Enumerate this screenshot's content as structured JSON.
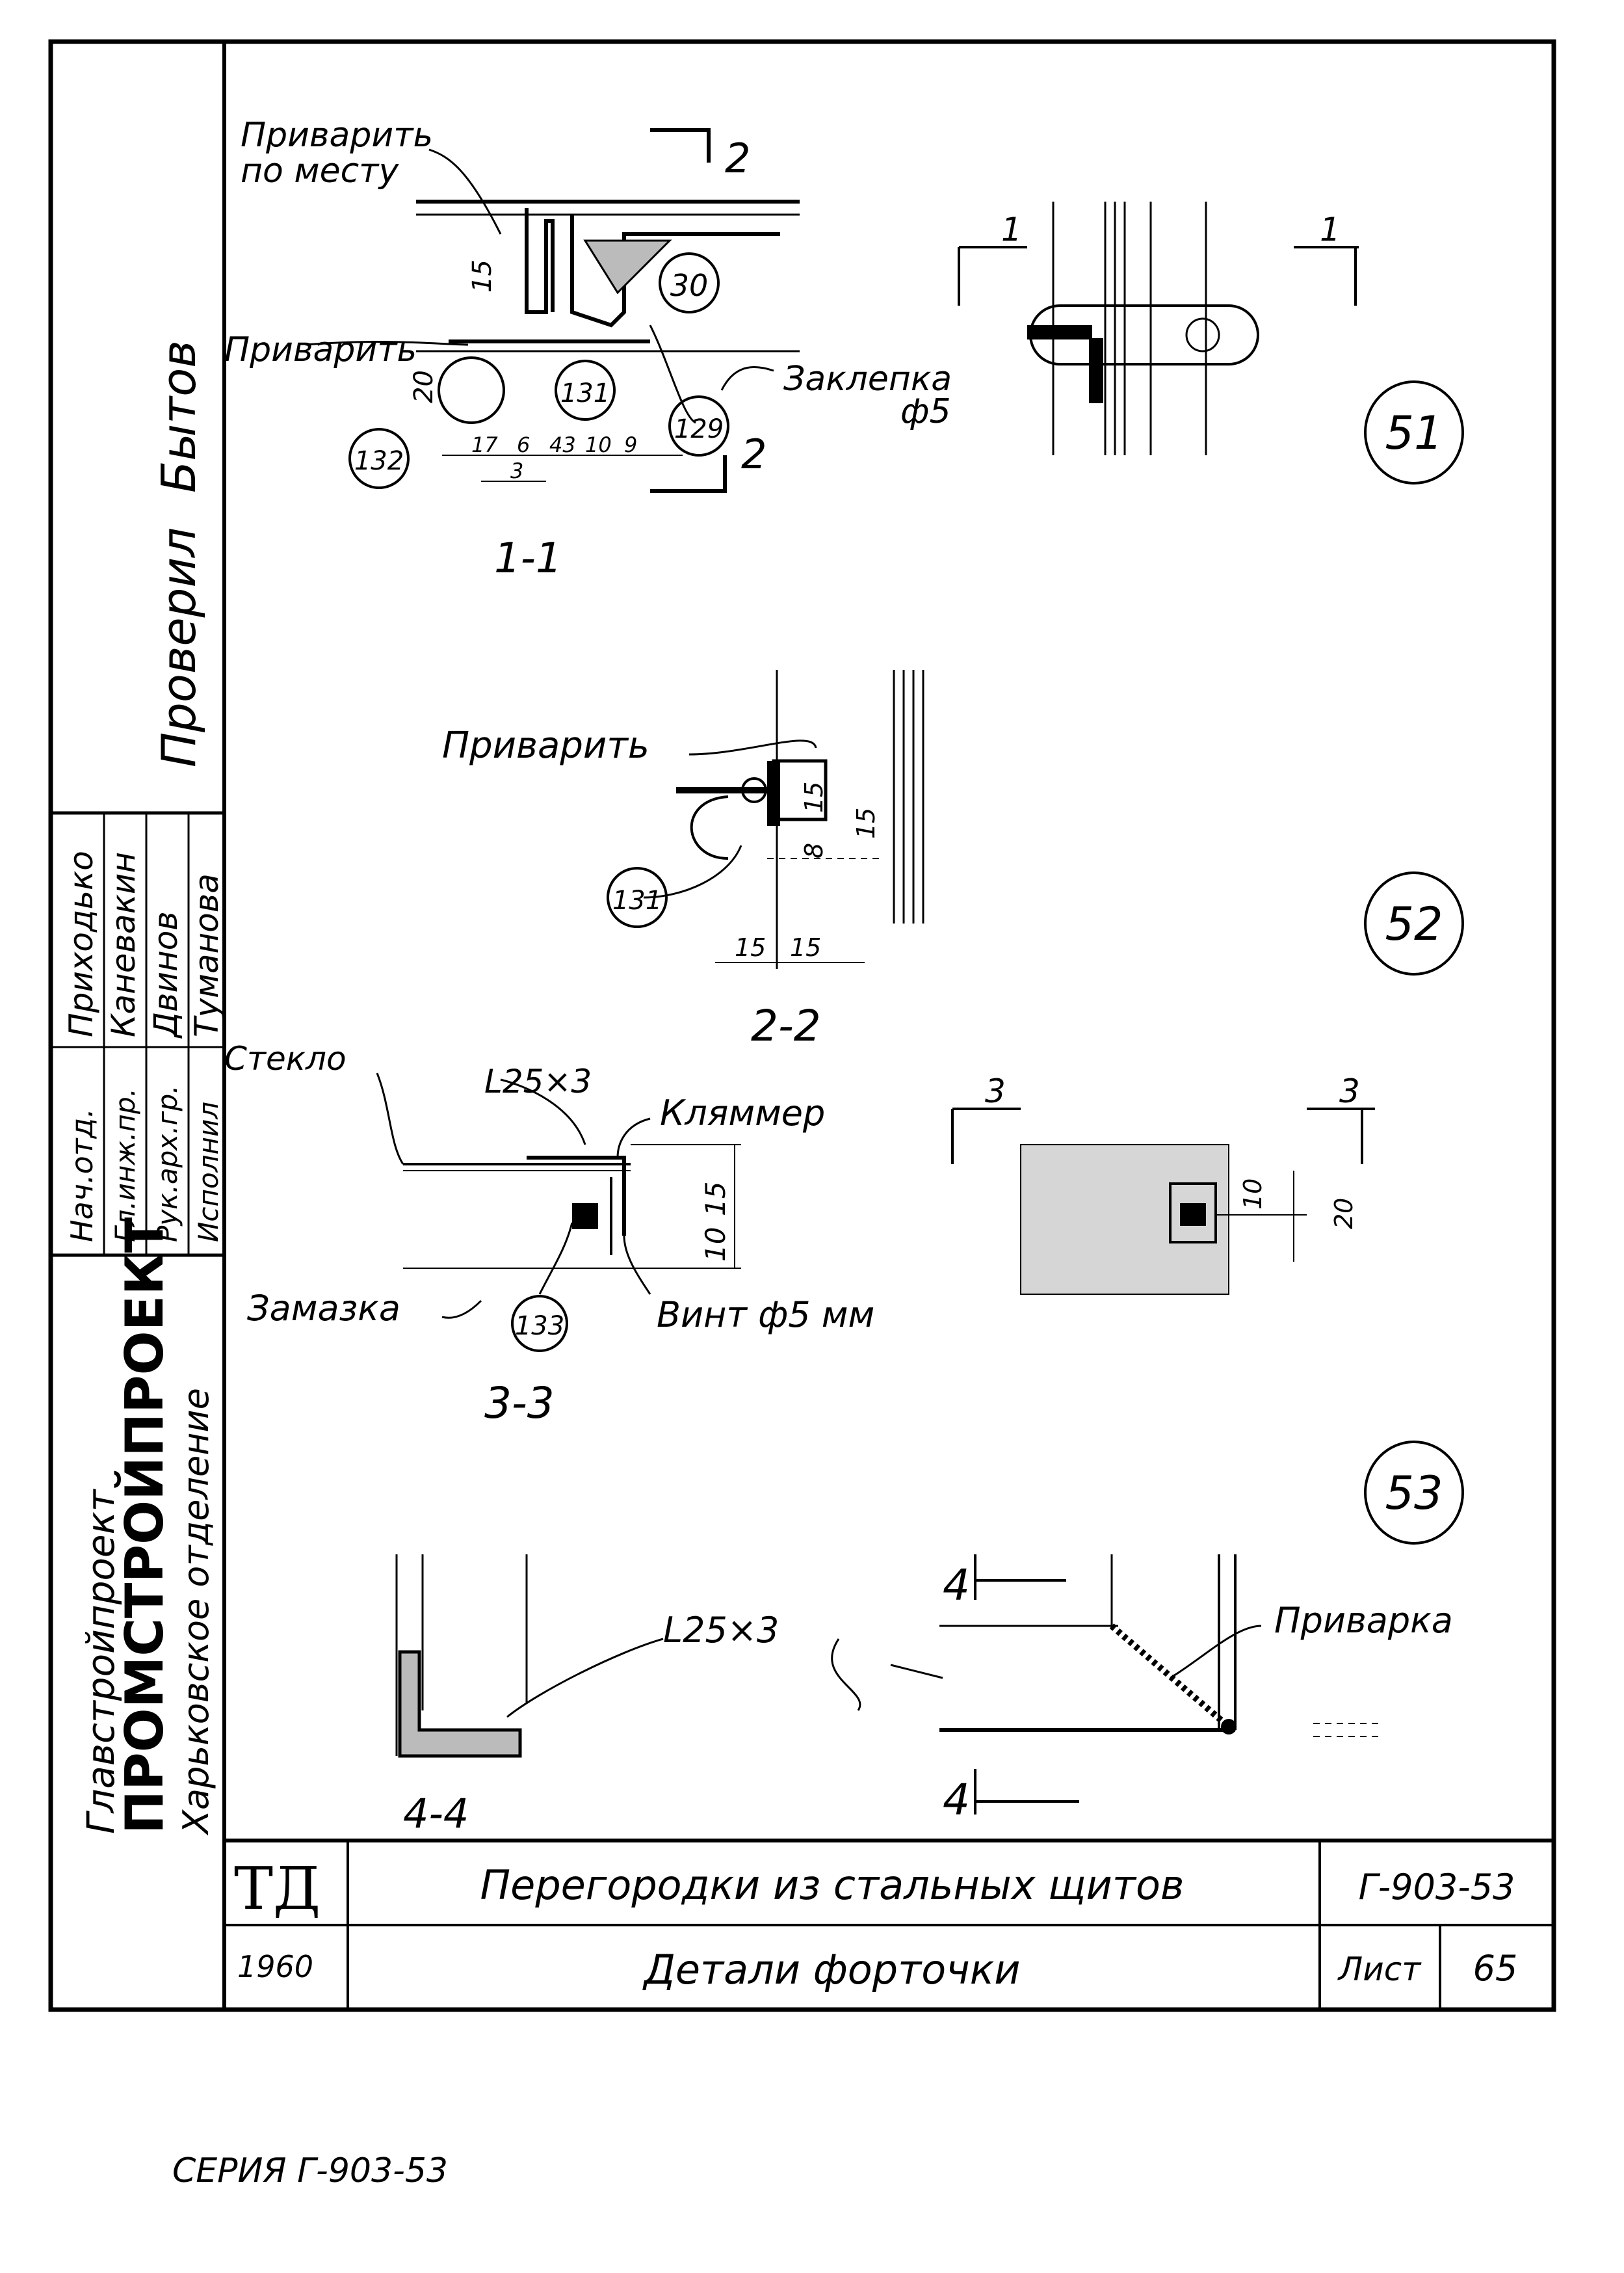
{
  "sheet": {
    "checked_label": "Проверил",
    "checked_name": "Бытов",
    "staff": [
      {
        "role": "Нач.отд.",
        "name": "Приходько"
      },
      {
        "role": "Гл.инж.пр.",
        "name": "Каневакин"
      },
      {
        "role": "Рук.арх.гр.",
        "name": "Двинов"
      },
      {
        "role": "Исполнил",
        "name": "Туманова"
      }
    ],
    "org_line1": "Главстройпроект",
    "org_line2": "ПРОМСТРОЙПРОЕКТ",
    "org_line3": "Харьковское отделение",
    "stamp_td": "ТД",
    "stamp_year": "1960",
    "title_main": "Перегородки из стальных щитов",
    "title_sub": "Детали форточки",
    "series_code": "Г-903-53",
    "sheet_label": "Лист",
    "sheet_number": "65",
    "footer_series": "СЕРИЯ Г-903-53"
  },
  "details": {
    "detail_51": "51",
    "detail_52": "52",
    "detail_53": "53",
    "section_1_1": "1-1",
    "section_2_2": "2-2",
    "section_3_3": "3-3",
    "section_4_4": "4-4",
    "cut_1": "1",
    "cut_2": "2",
    "cut_3": "3",
    "cut_4": "4"
  },
  "labels": {
    "weld_in_place_1": "Приварить",
    "weld_in_place_2": "по месту",
    "weld": "Приварить",
    "rivet_1": "Заклепка",
    "rivet_2": "ф5",
    "glass": "Стекло",
    "angle": "L25×3",
    "clamp": "Кляммер",
    "putty": "Замазка",
    "screw": "Винт ф5 мм",
    "welding": "Приварка"
  },
  "markers": {
    "m30": "30",
    "m129": "129",
    "m131a": "131",
    "m131b": "131",
    "m132": "132",
    "m133": "133"
  },
  "dims": {
    "d15a": "15",
    "d20a": "20",
    "d17": "17",
    "d6": "6",
    "d43": "43",
    "d10a": "10",
    "d9": "9",
    "d3": "3",
    "d15b": "15",
    "d8": "8",
    "d15c": "15",
    "d15d": "15",
    "d15e": "15",
    "d15f": "15",
    "d10b": "10",
    "d10c": "10",
    "d20b": "20"
  }
}
